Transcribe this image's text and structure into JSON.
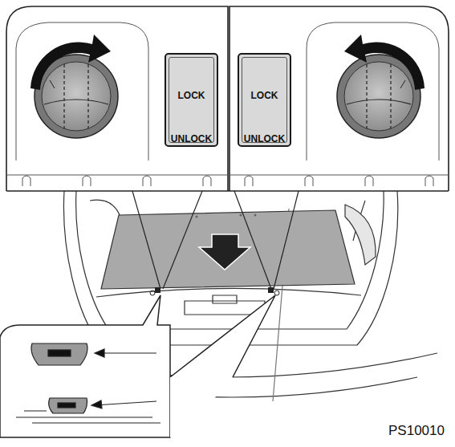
{
  "diagram": {
    "nodes": [
      {
        "text": [
          "LOCK",
          "UNLOCK"
        ]
      },
      {
        "text": [
          "LOCK",
          "UNLOCK"
        ]
      }
    ],
    "labels": [
      "PS10010"
    ]
  }
}
